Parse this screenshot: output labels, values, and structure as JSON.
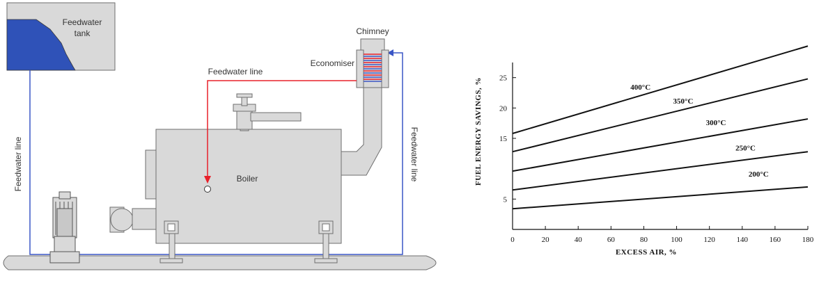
{
  "diagram": {
    "labels": {
      "feedwater_tank": [
        "Feedwater",
        "tank"
      ],
      "chimney": "Chimney",
      "economiser": "Economiser",
      "feedwater_line_top": "Feedwater line",
      "feedwater_line_left": "Feedwater line",
      "feedwater_line_right": "Feedwater line",
      "boiler": "Boiler"
    },
    "colors": {
      "equipment_fill": "#d9d9d9",
      "equipment_stroke": "#6e6e6e",
      "water": "#2f52b8",
      "hot_line": "#e8202a",
      "cold_line": "#3a56c6",
      "ground": "#d9d9d9"
    }
  },
  "chart_data": {
    "type": "line",
    "title": "",
    "xlabel": "EXCESS AIR, %",
    "ylabel": "FUEL ENERGY SAVINGS, %",
    "xlim": [
      0,
      180
    ],
    "ylim": [
      0,
      30
    ],
    "x_ticks": [
      0,
      20,
      40,
      60,
      80,
      100,
      120,
      140,
      160,
      180
    ],
    "y_ticks": [
      5,
      15,
      20,
      25
    ],
    "grid": false,
    "series": [
      {
        "name": "400°C",
        "x": [
          0,
          180
        ],
        "y": [
          15.8,
          30.2
        ]
      },
      {
        "name": "350°C",
        "x": [
          0,
          180
        ],
        "y": [
          12.8,
          24.8
        ]
      },
      {
        "name": "300°C",
        "x": [
          0,
          180
        ],
        "y": [
          9.6,
          18.2
        ]
      },
      {
        "name": "250°C",
        "x": [
          0,
          180
        ],
        "y": [
          6.5,
          12.8
        ]
      },
      {
        "name": "200°C",
        "x": [
          0,
          180
        ],
        "y": [
          3.4,
          7.0
        ]
      }
    ],
    "label_positions": [
      {
        "x": 78,
        "y": 23.0
      },
      {
        "x": 104,
        "y": 20.7
      },
      {
        "x": 124,
        "y": 17.2
      },
      {
        "x": 142,
        "y": 13.0
      },
      {
        "x": 150,
        "y": 8.7
      }
    ]
  }
}
